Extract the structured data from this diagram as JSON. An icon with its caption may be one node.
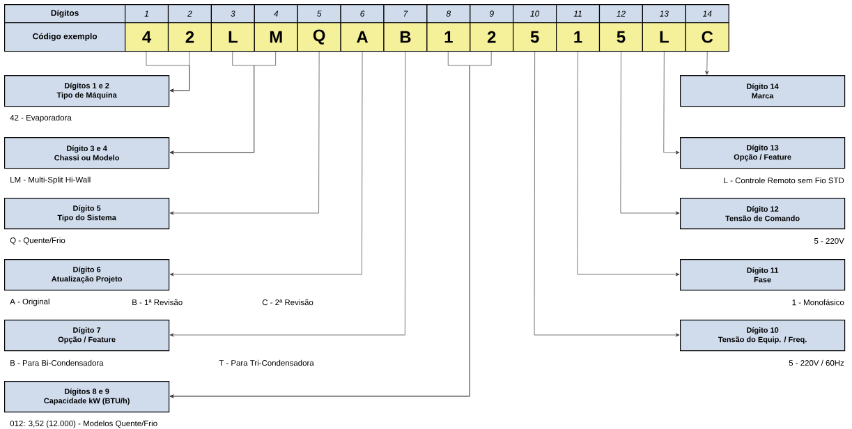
{
  "diagram": {
    "nodes": [
      {
        "text": [
          "4"
        ]
      },
      {
        "text": [
          "2"
        ]
      },
      {
        "text": [
          "L"
        ]
      },
      {
        "text": [
          "M"
        ]
      },
      {
        "text": [
          "Q"
        ]
      },
      {
        "text": [
          "A"
        ]
      },
      {
        "text": [
          "B"
        ]
      },
      {
        "text": [
          "1"
        ]
      },
      {
        "text": [
          "2"
        ]
      },
      {
        "text": [
          "5"
        ]
      },
      {
        "text": [
          "1"
        ]
      },
      {
        "text": [
          "5"
        ]
      },
      {
        "text": [
          "L"
        ]
      },
      {
        "text": [
          "C"
        ]
      },
      {
        "text": [
          "Dígitos 1 e 2",
          "Tipo de Máquina"
        ],
        "beside": [
          "42 - Evaporadora"
        ]
      },
      {
        "text": [
          "Dígito 3 e 4",
          "Chassi ou Modelo"
        ],
        "beside": [
          "LM - Multi-Split Hi-Wall"
        ]
      },
      {
        "text": [
          "Dígito 5",
          "Tipo do Sistema"
        ],
        "beside": [
          "Q - Quente/Frio"
        ]
      },
      {
        "text": [
          "Dígito 6",
          "Atualização Projeto"
        ],
        "beside": [
          "A - Original",
          "B - 1ª Revisão"
        ]
      },
      {
        "text": [
          "Dígito 7",
          "Opção / Feature"
        ],
        "beside": [
          "B - Para Bi-Condensadora"
        ]
      },
      {
        "text": [
          "Dígitos 8 e 9",
          "Capacidade kW (BTU/h)"
        ],
        "beside": [
          "012: 3,52 (12.000) - Modelos Quente/Frio"
        ]
      },
      {
        "text": [
          "Dígito 14",
          "Marca"
        ]
      },
      {
        "text": [
          "Dígito 13",
          "Opção / Feature"
        ],
        "beside": [
          "L - Controle Remoto sem Fio STD"
        ]
      },
      {
        "text": [
          "Dígito 12",
          "Tensão de Comando"
        ],
        "beside": [
          "5 - 220V"
        ]
      },
      {
        "text": [
          "Dígito 11",
          "Fase"
        ],
        "beside": [
          "1 - Monofásico"
        ]
      },
      {
        "text": [
          "Dígito 10",
          "Tensão do Equip. / Freq."
        ],
        "beside": [
          "5 - 220V / 60Hz"
        ]
      }
    ],
    "edges": [
      {
        "from": 0,
        "to": 14,
        "arrow": "to"
      },
      {
        "from": 1,
        "to": 14,
        "arrow": "to"
      },
      {
        "from": 2,
        "to": 15,
        "arrow": "to"
      },
      {
        "from": 3,
        "to": 15,
        "arrow": "to"
      },
      {
        "from": 4,
        "to": 16,
        "arrow": "to"
      },
      {
        "from": 5,
        "to": 17,
        "arrow": "to"
      },
      {
        "from": 6,
        "to": 18,
        "arrow": "to"
      },
      {
        "from": 7,
        "to": 19,
        "arrow": "to"
      },
      {
        "from": 8,
        "to": 19,
        "arrow": "to"
      },
      {
        "from": 9,
        "to": 24,
        "arrow": "to"
      },
      {
        "from": 10,
        "to": 23,
        "arrow": "to"
      },
      {
        "from": 11,
        "to": 22,
        "arrow": "to"
      },
      {
        "from": 12,
        "to": 21,
        "arrow": "to"
      },
      {
        "from": 13,
        "to": 20,
        "arrow": "to"
      }
    ],
    "labels": [
      "Dígitos",
      "1",
      "2",
      "3",
      "4",
      "5",
      "6",
      "7",
      "8",
      "9",
      "10",
      "11",
      "12",
      "13",
      "14",
      "Código exemplo",
      "C - 2ª Revisão",
      "T - Para Tri-Condensadora"
    ]
  }
}
